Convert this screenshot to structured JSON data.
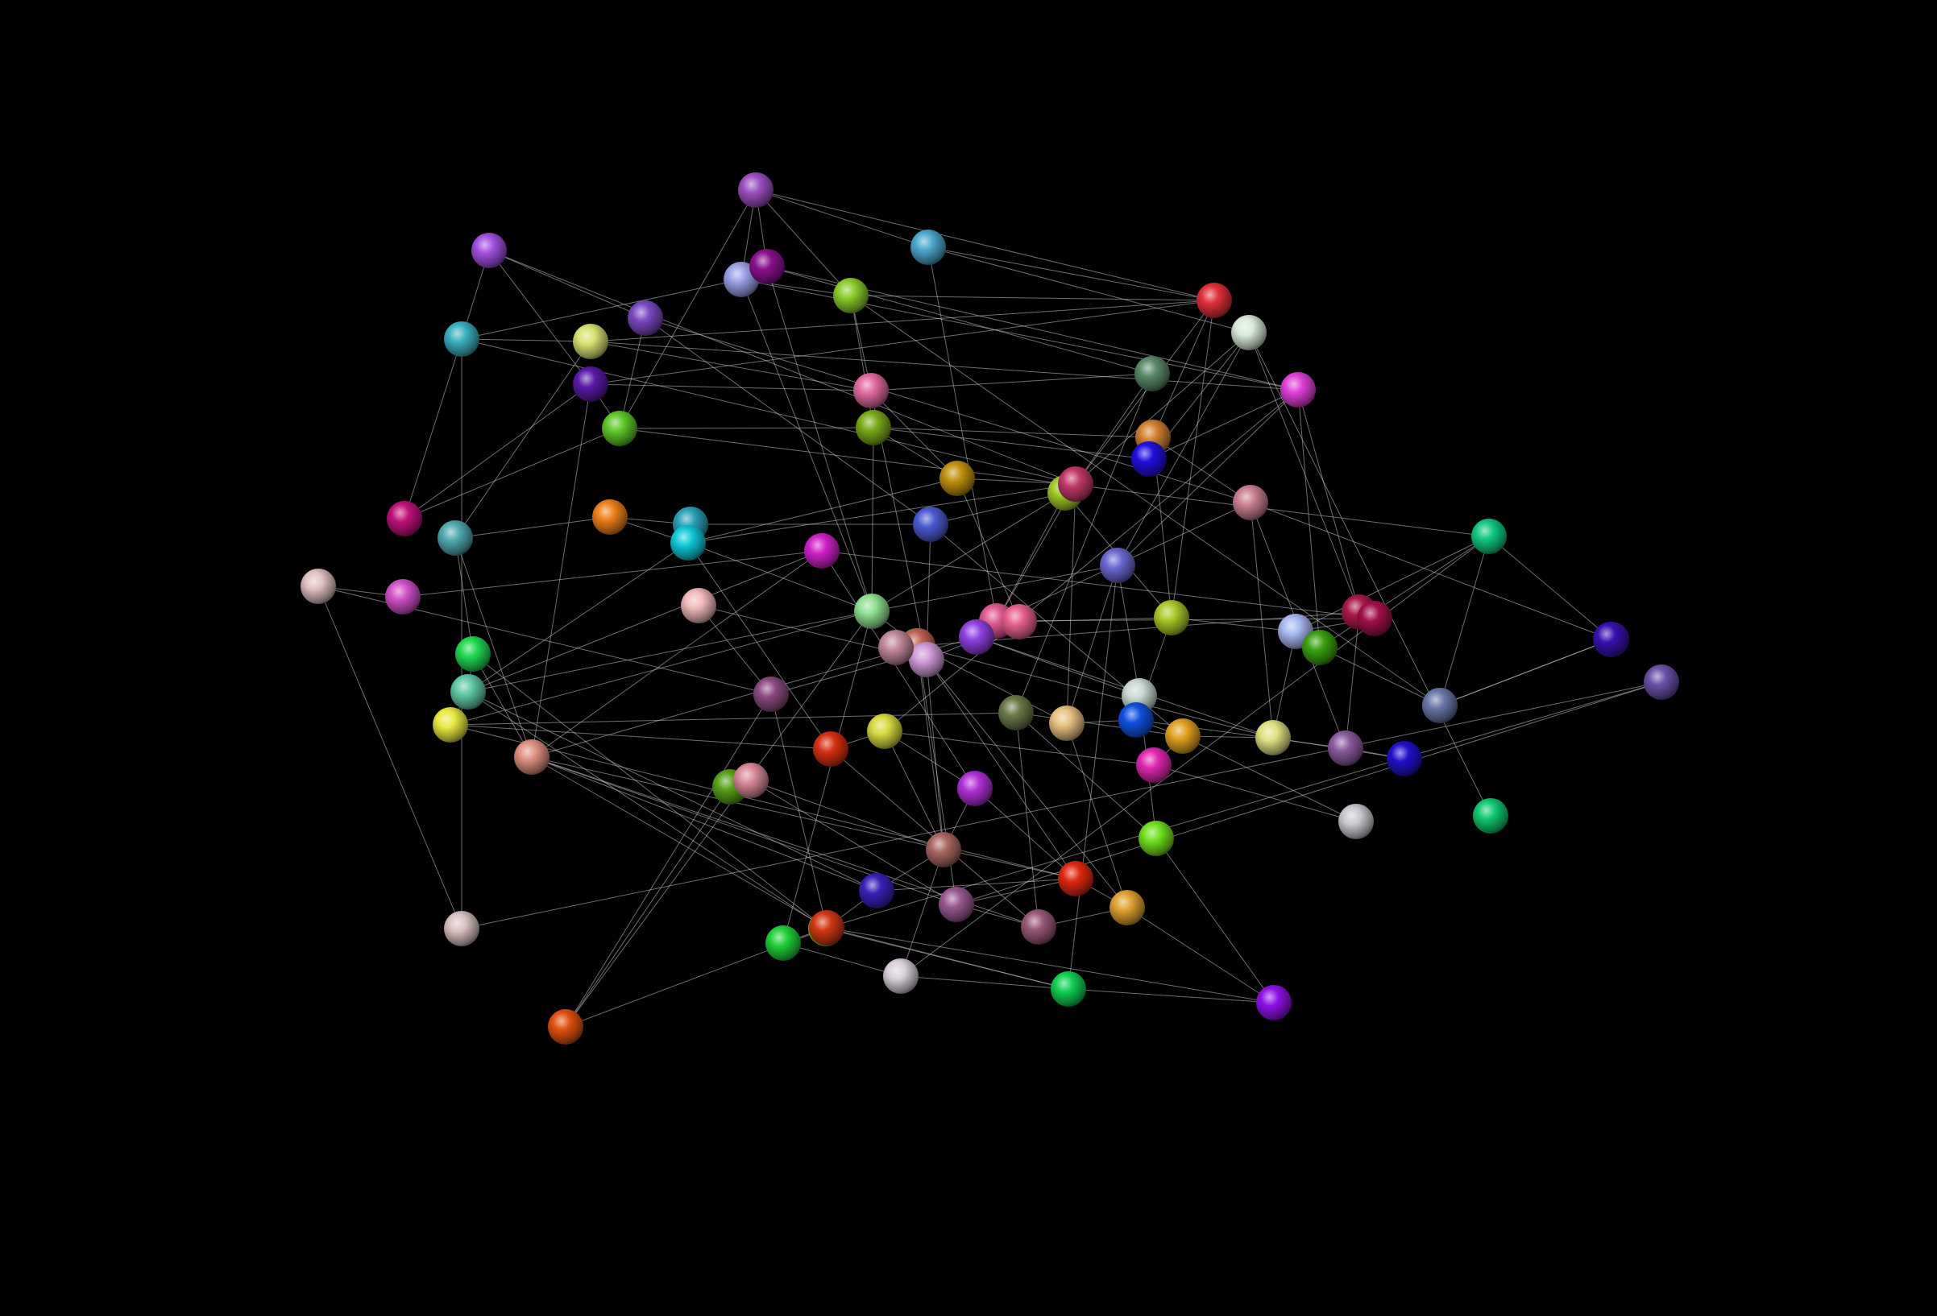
{
  "graph": {
    "background": "#000000",
    "edge_color": "#c8c8c8",
    "nodes": [
      {
        "id": 1,
        "color": "#9b4fc0"
      },
      {
        "id": 2,
        "color": "#a24fe0"
      },
      {
        "id": 3,
        "color": "#4aa8cc"
      },
      {
        "id": 4,
        "color": "#9aa0e6"
      },
      {
        "id": 5,
        "color": "#8a1090"
      },
      {
        "id": 6,
        "color": "#8acb2a"
      },
      {
        "id": 7,
        "color": "#e0303a"
      },
      {
        "id": 8,
        "color": "#d8ead8"
      },
      {
        "id": 9,
        "color": "#3ab0c0"
      },
      {
        "id": 10,
        "color": "#d8e070"
      },
      {
        "id": 11,
        "color": "#7a48c0"
      },
      {
        "id": 12,
        "color": "#5a8a68"
      },
      {
        "id": 13,
        "color": "#e040d8"
      },
      {
        "id": 14,
        "color": "#5a1aa8"
      },
      {
        "id": 15,
        "color": "#e06aa0"
      },
      {
        "id": 16,
        "color": "#5cc828"
      },
      {
        "id": 17,
        "color": "#7aaa18"
      },
      {
        "id": 18,
        "color": "#d08030"
      },
      {
        "id": 19,
        "color": "#2010e0"
      },
      {
        "id": 20,
        "color": "#c09010"
      },
      {
        "id": 21,
        "color": "#a0c828"
      },
      {
        "id": 22,
        "color": "#c03868"
      },
      {
        "id": 23,
        "color": "#c0107a"
      },
      {
        "id": 24,
        "color": "#50a8b0"
      },
      {
        "id": 25,
        "color": "#f08018"
      },
      {
        "id": 26,
        "color": "#2aa0b8"
      },
      {
        "id": 27,
        "color": "#10c8d8"
      },
      {
        "id": 28,
        "color": "#4a5ad0"
      },
      {
        "id": 29,
        "color": "#c88090"
      },
      {
        "id": 30,
        "color": "#10c880"
      },
      {
        "id": 31,
        "color": "#e0c0c0"
      },
      {
        "id": 32,
        "color": "#d050c8"
      },
      {
        "id": 33,
        "color": "#d020c8"
      },
      {
        "id": 34,
        "color": "#f0b8b8"
      },
      {
        "id": 35,
        "color": "#90e090"
      },
      {
        "id": 36,
        "color": "#6a68d0"
      },
      {
        "id": 37,
        "color": "#a8c828"
      },
      {
        "id": 38,
        "color": "#a81a48"
      },
      {
        "id": 39,
        "color": "#e05890"
      },
      {
        "id": 40,
        "color": "#a8b8f0"
      },
      {
        "id": 41,
        "color": "#a0104a"
      },
      {
        "id": 42,
        "color": "#3aa010"
      },
      {
        "id": 43,
        "color": "#5a10b8"
      },
      {
        "id": 44,
        "color": "#5a68a8"
      },
      {
        "id": 45,
        "color": "#e86090"
      },
      {
        "id": 46,
        "color": "#20b8a8"
      },
      {
        "id": 47,
        "color": "#c06050"
      },
      {
        "id": 48,
        "color": "#d098d8"
      },
      {
        "id": 49,
        "color": "#9040e0"
      },
      {
        "id": 50,
        "color": "#8a4a80"
      },
      {
        "id": 51,
        "color": "#20d850"
      },
      {
        "id": 52,
        "color": "#e09080"
      },
      {
        "id": 53,
        "color": "#60c8a8"
      },
      {
        "id": 54,
        "color": "#e8e840"
      },
      {
        "id": 55,
        "color": "#d83010"
      },
      {
        "id": 56,
        "color": "#6a7848"
      },
      {
        "id": 57,
        "color": "#e8c080"
      },
      {
        "id": 58,
        "color": "#c8d8d0"
      },
      {
        "id": 59,
        "color": "#1050e0"
      },
      {
        "id": 60,
        "color": "#e0a020"
      },
      {
        "id": 61,
        "color": "#e0e080"
      },
      {
        "id": 62,
        "color": "#8a5aa0"
      },
      {
        "id": 63,
        "color": "#2010c8"
      },
      {
        "id": 64,
        "color": "#58a018"
      },
      {
        "id": 65,
        "color": "#d88898"
      },
      {
        "id": 66,
        "color": "#e028b0"
      },
      {
        "id": 67,
        "color": "#d8d840"
      },
      {
        "id": 68,
        "color": "#b030d8"
      },
      {
        "id": 69,
        "color": "#c8c8d0"
      },
      {
        "id": 70,
        "color": "#6a50a8"
      },
      {
        "id": 71,
        "color": "#70e020"
      },
      {
        "id": 72,
        "color": "#a86860"
      },
      {
        "id": 73,
        "color": "#e02810"
      },
      {
        "id": 74,
        "color": "#3a20b8"
      },
      {
        "id": 75,
        "color": "#9a5890"
      },
      {
        "id": 76,
        "color": "#985878"
      },
      {
        "id": 77,
        "color": "#e0a030"
      },
      {
        "id": 78,
        "color": "#20d038"
      },
      {
        "id": 79,
        "color": "#70e040"
      },
      {
        "id": 80,
        "color": "#d03810"
      },
      {
        "id": 81,
        "color": "#d8d0d8"
      },
      {
        "id": 82,
        "color": "#10d050"
      },
      {
        "id": 83,
        "color": "#9010e8"
      },
      {
        "id": 84,
        "color": "#e05010"
      },
      {
        "id": 85,
        "color": "#3a10b0"
      },
      {
        "id": 86,
        "color": "#6878a8"
      },
      {
        "id": 87,
        "color": "#c08898"
      },
      {
        "id": 88,
        "color": "#10c870"
      },
      {
        "id": 89,
        "color": "#d8c0c0"
      }
    ],
    "edges": [
      [
        1,
        3
      ],
      [
        1,
        7
      ],
      [
        1,
        4
      ],
      [
        1,
        5
      ],
      [
        1,
        16
      ],
      [
        1,
        6
      ],
      [
        2,
        9
      ],
      [
        2,
        14
      ],
      [
        2,
        22
      ],
      [
        2,
        11
      ],
      [
        3,
        7
      ],
      [
        3,
        8
      ],
      [
        3,
        39
      ],
      [
        4,
        9
      ],
      [
        4,
        13
      ],
      [
        4,
        35
      ],
      [
        4,
        6
      ],
      [
        5,
        13
      ],
      [
        5,
        12
      ],
      [
        5,
        35
      ],
      [
        6,
        15
      ],
      [
        6,
        17
      ],
      [
        6,
        7
      ],
      [
        6,
        44
      ],
      [
        7,
        10
      ],
      [
        7,
        14
      ],
      [
        7,
        22
      ],
      [
        7,
        18
      ],
      [
        7,
        37
      ],
      [
        8,
        19
      ],
      [
        8,
        36
      ],
      [
        8,
        21
      ],
      [
        8,
        38
      ],
      [
        8,
        88
      ],
      [
        9,
        89
      ],
      [
        9,
        10
      ],
      [
        9,
        22
      ],
      [
        9,
        23
      ],
      [
        10,
        13
      ],
      [
        10,
        15
      ],
      [
        10,
        24
      ],
      [
        11,
        28
      ],
      [
        11,
        29
      ],
      [
        11,
        16
      ],
      [
        12,
        22
      ],
      [
        12,
        56
      ],
      [
        13,
        19
      ],
      [
        13,
        38
      ],
      [
        13,
        36
      ],
      [
        13,
        67
      ],
      [
        13,
        42
      ],
      [
        14,
        15
      ],
      [
        14,
        16
      ],
      [
        14,
        52
      ],
      [
        15,
        12
      ],
      [
        15,
        20
      ],
      [
        15,
        48
      ],
      [
        16,
        17
      ],
      [
        16,
        30
      ],
      [
        16,
        23
      ],
      [
        17,
        19
      ],
      [
        17,
        20
      ],
      [
        17,
        18
      ],
      [
        17,
        35
      ],
      [
        18,
        29
      ],
      [
        18,
        37
      ],
      [
        20,
        22
      ],
      [
        20,
        27
      ],
      [
        20,
        45
      ],
      [
        21,
        35
      ],
      [
        21,
        28
      ],
      [
        22,
        27
      ],
      [
        22,
        39
      ],
      [
        22,
        57
      ],
      [
        23,
        14
      ],
      [
        24,
        51
      ],
      [
        24,
        52
      ],
      [
        24,
        25
      ],
      [
        25,
        26
      ],
      [
        25,
        27
      ],
      [
        26,
        28
      ],
      [
        27,
        35
      ],
      [
        27,
        55
      ],
      [
        27,
        53
      ],
      [
        28,
        48
      ],
      [
        28,
        60
      ],
      [
        29,
        62
      ],
      [
        29,
        61
      ],
      [
        29,
        43
      ],
      [
        30,
        42
      ],
      [
        30,
        43
      ],
      [
        30,
        40
      ],
      [
        30,
        81
      ],
      [
        31,
        50
      ],
      [
        31,
        32
      ],
      [
        31,
        89
      ],
      [
        32,
        33
      ],
      [
        33,
        52
      ],
      [
        33,
        53
      ],
      [
        33,
        41
      ],
      [
        34,
        48
      ],
      [
        34,
        50
      ],
      [
        35,
        36
      ],
      [
        35,
        54
      ],
      [
        35,
        47
      ],
      [
        35,
        53
      ],
      [
        35,
        78
      ],
      [
        35,
        84
      ],
      [
        36,
        57
      ],
      [
        36,
        58
      ],
      [
        36,
        82
      ],
      [
        37,
        40
      ],
      [
        37,
        21
      ],
      [
        37,
        59
      ],
      [
        38,
        46
      ],
      [
        38,
        62
      ],
      [
        39,
        21
      ],
      [
        39,
        29
      ],
      [
        39,
        41
      ],
      [
        40,
        42
      ],
      [
        40,
        61
      ],
      [
        40,
        41
      ],
      [
        42,
        44
      ],
      [
        43,
        44
      ],
      [
        43,
        86
      ],
      [
        44,
        86
      ],
      [
        44,
        30
      ],
      [
        45,
        49
      ],
      [
        45,
        37
      ],
      [
        45,
        48
      ],
      [
        46,
        52
      ],
      [
        46,
        72
      ],
      [
        46,
        61
      ],
      [
        47,
        57
      ],
      [
        47,
        73
      ],
      [
        47,
        75
      ],
      [
        48,
        72
      ],
      [
        48,
        77
      ],
      [
        49,
        50
      ],
      [
        49,
        58
      ],
      [
        49,
        61
      ],
      [
        50,
        84
      ],
      [
        50,
        80
      ],
      [
        51,
        52
      ],
      [
        51,
        79
      ],
      [
        51,
        53
      ],
      [
        52,
        80
      ],
      [
        52,
        75
      ],
      [
        52,
        74
      ],
      [
        52,
        73
      ],
      [
        52,
        76
      ],
      [
        53,
        54
      ],
      [
        53,
        79
      ],
      [
        53,
        74
      ],
      [
        54,
        55
      ],
      [
        54,
        56
      ],
      [
        54,
        73
      ],
      [
        55,
        76
      ],
      [
        55,
        67
      ],
      [
        56,
        60
      ],
      [
        56,
        76
      ],
      [
        56,
        71
      ],
      [
        57,
        59
      ],
      [
        57,
        77
      ],
      [
        58,
        59
      ],
      [
        58,
        71
      ],
      [
        59,
        60
      ],
      [
        59,
        62
      ],
      [
        60,
        61
      ],
      [
        60,
        69
      ],
      [
        61,
        63
      ],
      [
        62,
        63
      ],
      [
        64,
        84
      ],
      [
        64,
        65
      ],
      [
        65,
        72
      ],
      [
        65,
        75
      ],
      [
        66,
        67
      ],
      [
        66,
        69
      ],
      [
        66,
        60
      ],
      [
        67,
        68
      ],
      [
        67,
        72
      ],
      [
        68,
        72
      ],
      [
        68,
        73
      ],
      [
        68,
        33
      ],
      [
        70,
        89
      ],
      [
        70,
        75
      ],
      [
        70,
        80
      ],
      [
        72,
        74
      ],
      [
        72,
        81
      ],
      [
        73,
        74
      ],
      [
        73,
        77
      ],
      [
        73,
        75
      ],
      [
        74,
        80
      ],
      [
        75,
        76
      ],
      [
        76,
        77
      ],
      [
        77,
        83
      ],
      [
        78,
        80
      ],
      [
        78,
        81
      ],
      [
        79,
        82
      ],
      [
        79,
        84
      ],
      [
        80,
        82
      ],
      [
        80,
        83
      ],
      [
        81,
        82
      ],
      [
        82,
        83
      ],
      [
        83,
        71
      ]
    ]
  }
}
